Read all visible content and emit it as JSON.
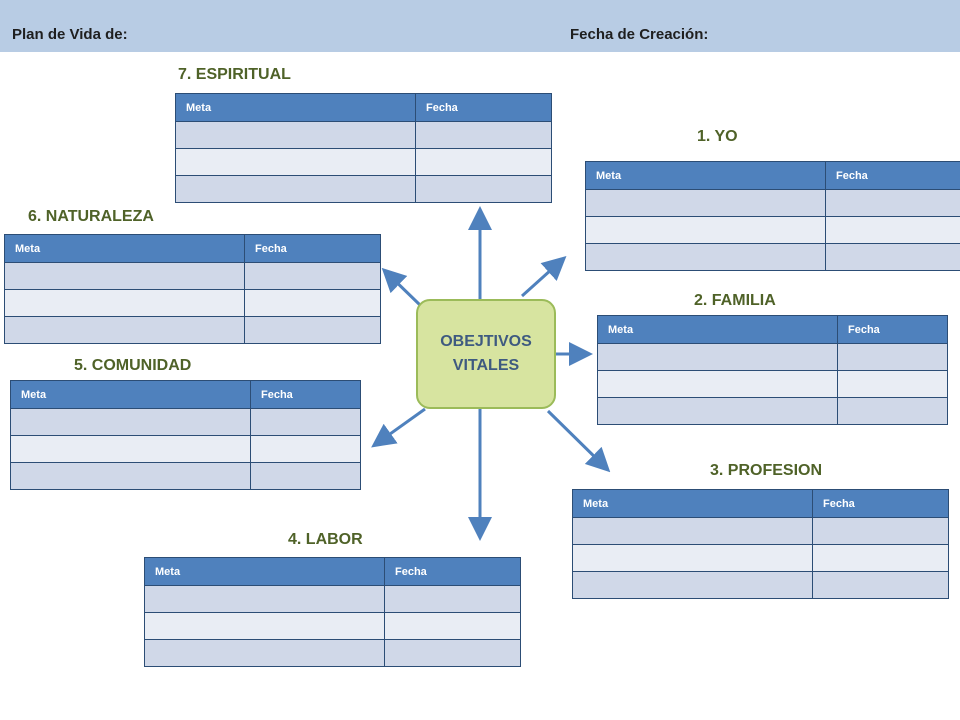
{
  "header": {
    "plan_label": "Plan de Vida de:",
    "date_label": "Fecha de Creación:"
  },
  "center": {
    "line1": "OBEJTIVOS",
    "line2": "VITALES"
  },
  "colors": {
    "header_bg": "#b8cce4",
    "title_green": "#4f6228",
    "table_header": "#4f81bd",
    "center_fill": "#d7e4a0",
    "arrow": "#4f81bd"
  },
  "table_headers": {
    "meta": "Meta",
    "fecha": "Fecha"
  },
  "sections": {
    "yo": "1. YO",
    "familia": "2. FAMILIA",
    "profesion": "3. PROFESION",
    "labor": "4. LABOR",
    "comunidad": "5. COMUNIDAD",
    "naturaleza": "6. NATURALEZA",
    "espiritual": "7. ESPIRITUAL"
  }
}
